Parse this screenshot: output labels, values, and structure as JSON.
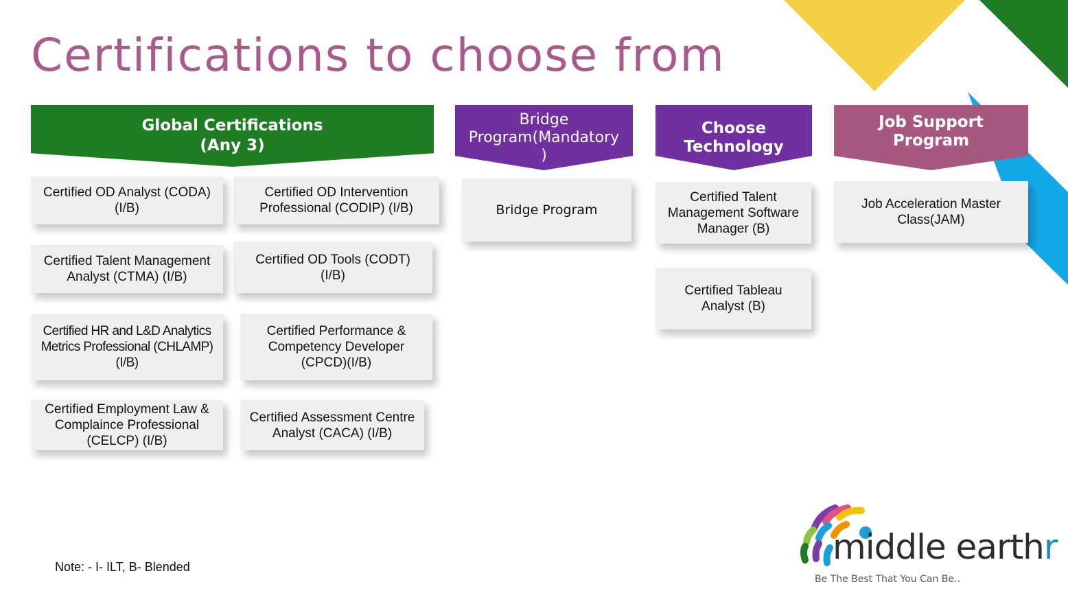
{
  "title": "Certifications to choose from",
  "colors": {
    "title": "#a85a8b",
    "green": "#1e7d22",
    "purple": "#7030a0",
    "mauve": "#a7587e",
    "yellow": "#f5d044",
    "sky": "#12a8e8",
    "box": "#efefef"
  },
  "columns": {
    "global": {
      "header_line1": "Global Certifications",
      "header_line2": "(Any 3)",
      "items": [
        "Certified OD Analyst (CODA) (I/B)",
        "Certified OD Intervention Professional (CODIP) (I/B)",
        "Certified Talent Management Analyst (CTMA) (I/B)",
        "Certified OD Tools (CODT) (I/B)",
        "Certified HR and L&D Analytics Metrics Professional (CHLAMP) (I/B)",
        "Certified Performance & Competency Developer (CPCD)(I/B)",
        "Certified Employment Law & Complaince Professional (CELCP) (I/B)",
        "Certified Assessment Centre Analyst (CACA) (I/B)"
      ]
    },
    "bridge": {
      "header_line1": "Bridge",
      "header_line2": "Program(Mandatory",
      "header_line3": ")",
      "items": [
        "Bridge Program"
      ]
    },
    "technology": {
      "header_line1": "Choose",
      "header_line2": "Technology",
      "items": [
        "Certified Talent Management Software Manager (B)",
        "Certified Tableau Analyst (B)"
      ]
    },
    "job": {
      "header_line1": "Job Support",
      "header_line2": "Program",
      "items": [
        "Job Acceleration Master Class(JAM)"
      ]
    }
  },
  "note": "Note: - I- ILT, B- Blended",
  "logo": {
    "word_main": "middle earth",
    "word_accent": "r",
    "tagline": "Be The Best That You Can Be.."
  }
}
